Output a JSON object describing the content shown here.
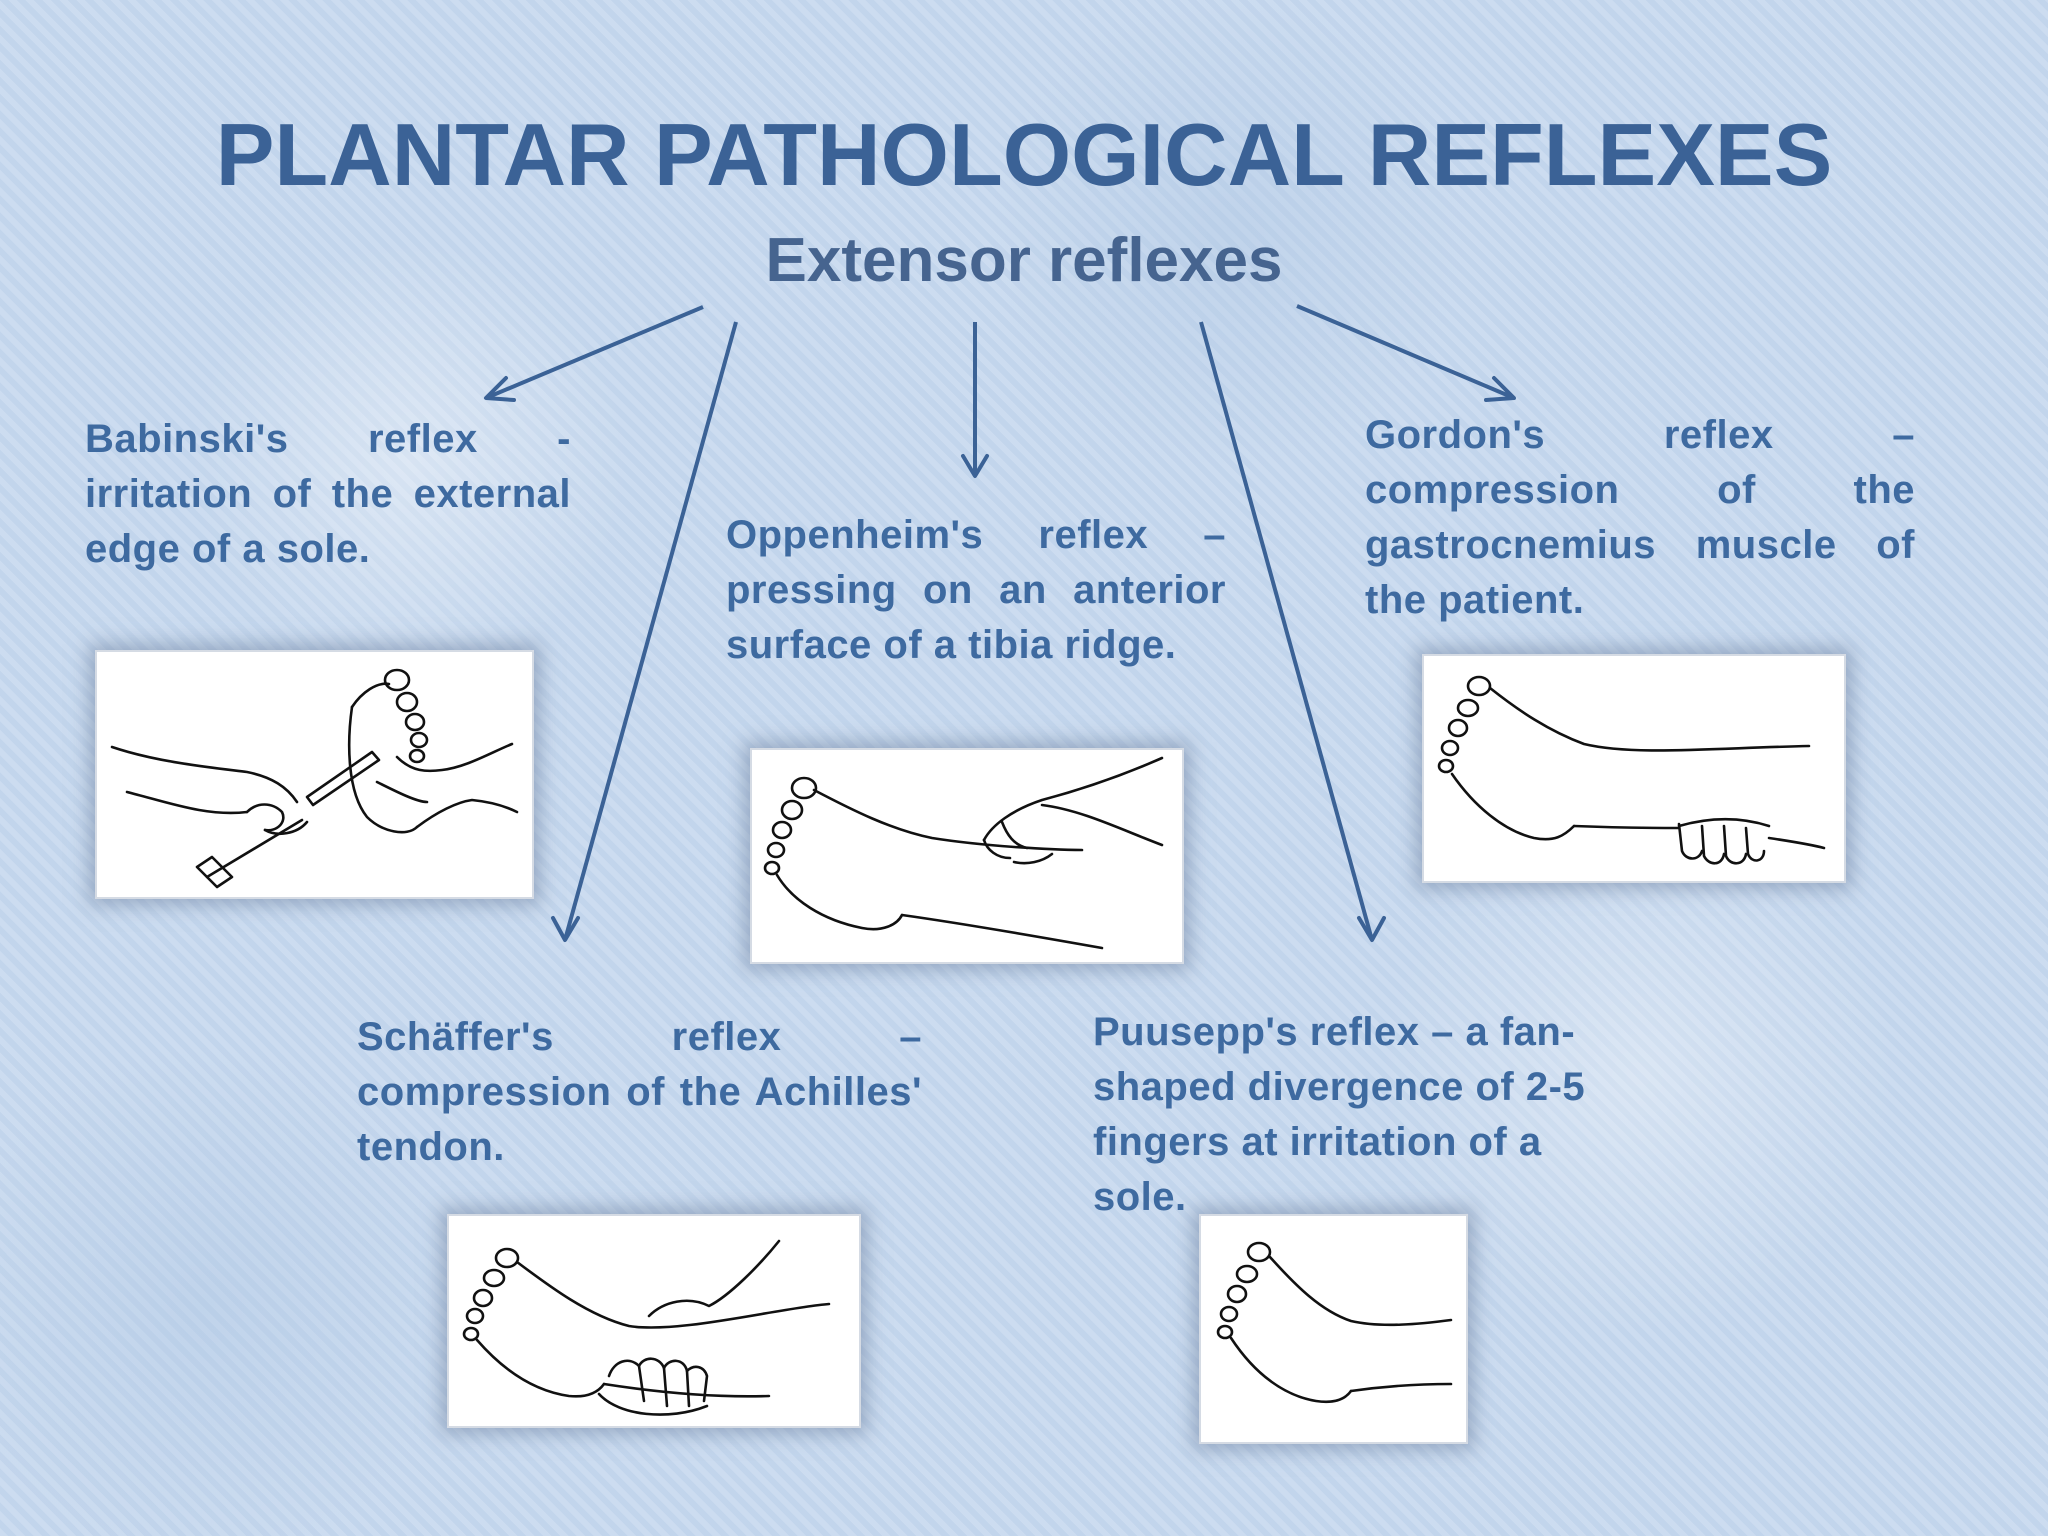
{
  "title": "PLANTAR PATHOLOGICAL REFLEXES",
  "subtitle": "Extensor reflexes",
  "reflexes": [
    {
      "text": "Babinski's reflex - irritation of the external edge of a sole.",
      "illustration_icon": "foot-stroke-hammer-icon"
    },
    {
      "text": "Oppenheim's reflex – pressing on an anterior surface of a tibia ridge.",
      "illustration_icon": "shin-press-icon"
    },
    {
      "text": "Gordon's reflex – compression of the gastrocnemius muscle of the patient.",
      "illustration_icon": "calf-squeeze-icon"
    },
    {
      "text": "Schäffer's reflex – compression of the Achilles' tendon.",
      "illustration_icon": "achilles-squeeze-icon"
    },
    {
      "text": "Puusepp's reflex – a fan-shaped divergence of 2-5 fingers at irritation of a sole.",
      "illustration_icon": "toe-fan-icon"
    }
  ],
  "colors": {
    "title": "#3b6296",
    "text": "#3e6aa0",
    "arrow": "#3b6296",
    "background": "#c6d8ee"
  }
}
